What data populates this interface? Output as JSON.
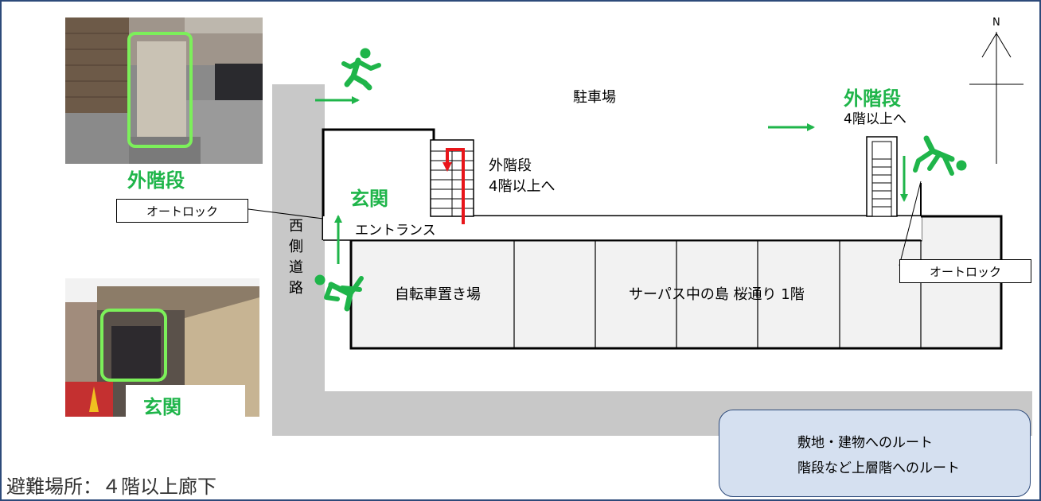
{
  "labels": {
    "parking": "駐車場",
    "ext_stair_right": "外階段",
    "ext_stair_right_sub": "4階以上へ",
    "ext_stair_left": "外階段",
    "entrance_green": "玄関",
    "inner_stair": "外階段",
    "inner_stair_sub": "4階以上へ",
    "entrance_text": "エントランス",
    "west_road": "西側道路",
    "bicycle": "自転車置き場",
    "building": "サーパス中の島 桜通り 1階",
    "north": "N",
    "photo_caption_entrance": "玄関",
    "autolock_left": "オートロック",
    "autolock_right": "オートロック",
    "evac": "避難場所：４階以上廊下"
  },
  "legend": {
    "green_route": "敷地・建物へのルート",
    "red_route": "階段など上層階へのルート"
  },
  "colors": {
    "green": "#1fb54a",
    "red": "#e8161b",
    "road_gray": "#c8c8c8",
    "legend_bg": "#d5e0f0",
    "legend_border": "#2d4a7a"
  }
}
